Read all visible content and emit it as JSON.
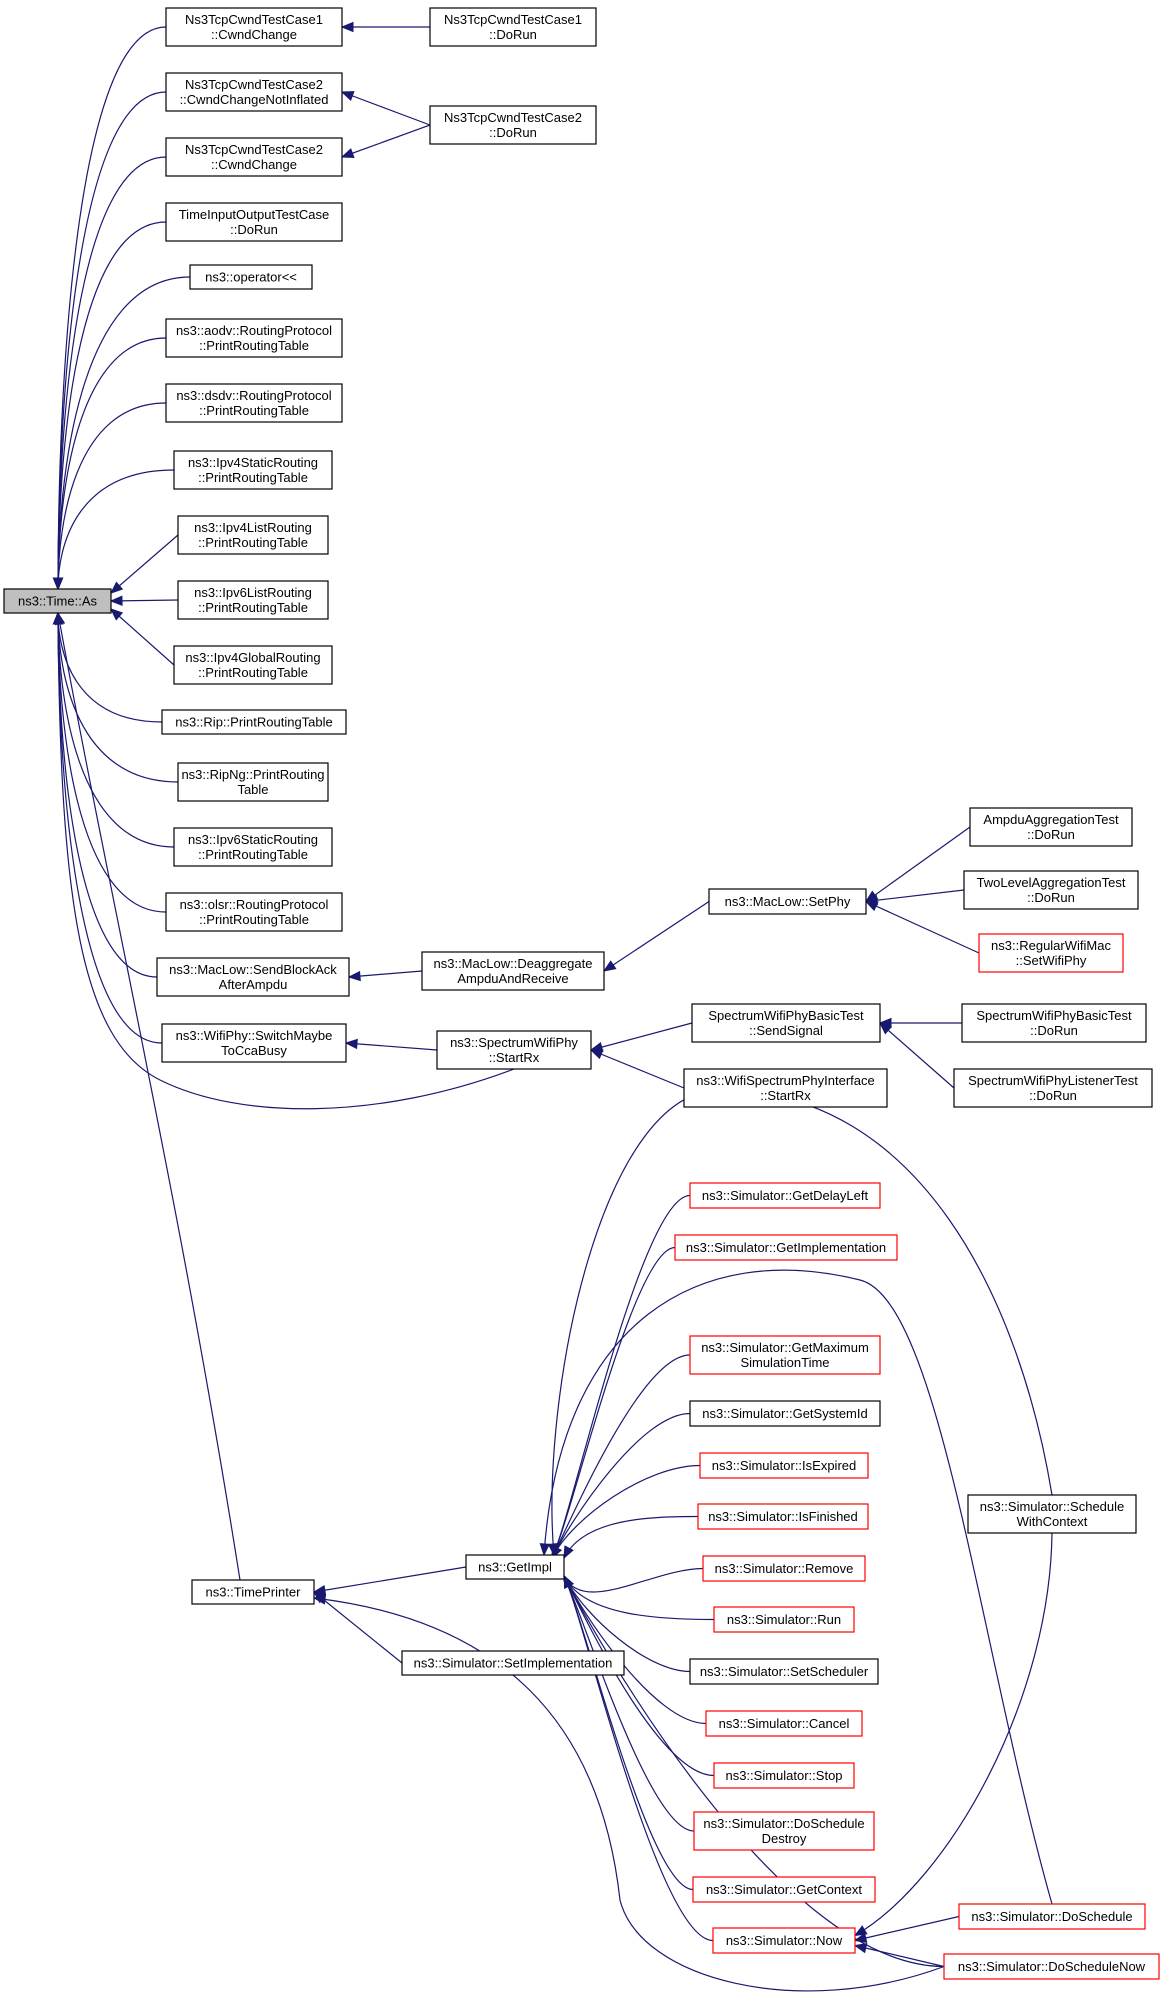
{
  "diagram": {
    "root": "tas",
    "nodes": [
      {
        "id": "tas",
        "lines": [
          "ns3::Time::As"
        ],
        "style": "root"
      },
      {
        "id": "c1cw",
        "lines": [
          "Ns3TcpCwndTestCase1",
          "::CwndChange"
        ],
        "style": "black"
      },
      {
        "id": "c1dr",
        "lines": [
          "Ns3TcpCwndTestCase1",
          "::DoRun"
        ],
        "style": "black"
      },
      {
        "id": "c2cni",
        "lines": [
          "Ns3TcpCwndTestCase2",
          "::CwndChangeNotInflated"
        ],
        "style": "black"
      },
      {
        "id": "c2dr",
        "lines": [
          "Ns3TcpCwndTestCase2",
          "::DoRun"
        ],
        "style": "black"
      },
      {
        "id": "c2cw",
        "lines": [
          "Ns3TcpCwndTestCase2",
          "::CwndChange"
        ],
        "style": "black"
      },
      {
        "id": "tio",
        "lines": [
          "TimeInputOutputTestCase",
          "::DoRun"
        ],
        "style": "black"
      },
      {
        "id": "op",
        "lines": [
          "ns3::operator<<"
        ],
        "style": "black"
      },
      {
        "id": "aodv",
        "lines": [
          "ns3::aodv::RoutingProtocol",
          "::PrintRoutingTable"
        ],
        "style": "black"
      },
      {
        "id": "dsdv",
        "lines": [
          "ns3::dsdv::RoutingProtocol",
          "::PrintRoutingTable"
        ],
        "style": "black"
      },
      {
        "id": "i4s",
        "lines": [
          "ns3::Ipv4StaticRouting",
          "::PrintRoutingTable"
        ],
        "style": "black"
      },
      {
        "id": "i4l",
        "lines": [
          "ns3::Ipv4ListRouting",
          "::PrintRoutingTable"
        ],
        "style": "black"
      },
      {
        "id": "i6l",
        "lines": [
          "ns3::Ipv6ListRouting",
          "::PrintRoutingTable"
        ],
        "style": "black"
      },
      {
        "id": "i4g",
        "lines": [
          "ns3::Ipv4GlobalRouting",
          "::PrintRoutingTable"
        ],
        "style": "black"
      },
      {
        "id": "rip",
        "lines": [
          "ns3::Rip::PrintRoutingTable"
        ],
        "style": "black"
      },
      {
        "id": "ripng",
        "lines": [
          "ns3::RipNg::PrintRouting",
          "Table"
        ],
        "style": "black"
      },
      {
        "id": "i6s",
        "lines": [
          "ns3::Ipv6StaticRouting",
          "::PrintRoutingTable"
        ],
        "style": "black"
      },
      {
        "id": "olsr",
        "lines": [
          "ns3::olsr::RoutingProtocol",
          "::PrintRoutingTable"
        ],
        "style": "black"
      },
      {
        "id": "sba",
        "lines": [
          "ns3::MacLow::SendBlockAck",
          "AfterAmpdu"
        ],
        "style": "black"
      },
      {
        "id": "dar",
        "lines": [
          "ns3::MacLow::Deaggregate",
          "AmpduAndReceive"
        ],
        "style": "black"
      },
      {
        "id": "setphy",
        "lines": [
          "ns3::MacLow::SetPhy"
        ],
        "style": "black"
      },
      {
        "id": "aat",
        "lines": [
          "AmpduAggregationTest",
          "::DoRun"
        ],
        "style": "black"
      },
      {
        "id": "tlat",
        "lines": [
          "TwoLevelAggregationTest",
          "::DoRun"
        ],
        "style": "black"
      },
      {
        "id": "rwm",
        "lines": [
          "ns3::RegularWifiMac",
          "::SetWifiPhy"
        ],
        "style": "red"
      },
      {
        "id": "wpsw",
        "lines": [
          "ns3::WifiPhy::SwitchMaybe",
          "ToCcaBusy"
        ],
        "style": "black"
      },
      {
        "id": "swpsr",
        "lines": [
          "ns3::SpectrumWifiPhy",
          "::StartRx"
        ],
        "style": "black"
      },
      {
        "id": "swpbss",
        "lines": [
          "SpectrumWifiPhyBasicTest",
          "::SendSignal"
        ],
        "style": "black"
      },
      {
        "id": "swpbdr",
        "lines": [
          "SpectrumWifiPhyBasicTest",
          "::DoRun"
        ],
        "style": "black"
      },
      {
        "id": "wspi",
        "lines": [
          "ns3::WifiSpectrumPhyInterface",
          "::StartRx"
        ],
        "style": "black"
      },
      {
        "id": "swplt",
        "lines": [
          "SpectrumWifiPhyListenerTest",
          "::DoRun"
        ],
        "style": "black"
      },
      {
        "id": "tp",
        "lines": [
          "ns3::TimePrinter"
        ],
        "style": "black"
      },
      {
        "id": "gi",
        "lines": [
          "ns3::GetImpl"
        ],
        "style": "black"
      },
      {
        "id": "ssi",
        "lines": [
          "ns3::Simulator::SetImplementation"
        ],
        "style": "black"
      },
      {
        "id": "gdl",
        "lines": [
          "ns3::Simulator::GetDelayLeft"
        ],
        "style": "red"
      },
      {
        "id": "gimpl",
        "lines": [
          "ns3::Simulator::GetImplementation"
        ],
        "style": "red"
      },
      {
        "id": "gmst",
        "lines": [
          "ns3::Simulator::GetMaximum",
          "SimulationTime"
        ],
        "style": "red"
      },
      {
        "id": "gsid",
        "lines": [
          "ns3::Simulator::GetSystemId"
        ],
        "style": "black"
      },
      {
        "id": "isexp",
        "lines": [
          "ns3::Simulator::IsExpired"
        ],
        "style": "red"
      },
      {
        "id": "isfin",
        "lines": [
          "ns3::Simulator::IsFinished"
        ],
        "style": "red"
      },
      {
        "id": "rem",
        "lines": [
          "ns3::Simulator::Remove"
        ],
        "style": "red"
      },
      {
        "id": "run",
        "lines": [
          "ns3::Simulator::Run"
        ],
        "style": "red"
      },
      {
        "id": "ssch",
        "lines": [
          "ns3::Simulator::SetScheduler"
        ],
        "style": "black"
      },
      {
        "id": "canc",
        "lines": [
          "ns3::Simulator::Cancel"
        ],
        "style": "red"
      },
      {
        "id": "stop",
        "lines": [
          "ns3::Simulator::Stop"
        ],
        "style": "red"
      },
      {
        "id": "dsd",
        "lines": [
          "ns3::Simulator::DoSchedule",
          "Destroy"
        ],
        "style": "red"
      },
      {
        "id": "gctx",
        "lines": [
          "ns3::Simulator::GetContext"
        ],
        "style": "red"
      },
      {
        "id": "now",
        "lines": [
          "ns3::Simulator::Now"
        ],
        "style": "red"
      },
      {
        "id": "swc",
        "lines": [
          "ns3::Simulator::Schedule",
          "WithContext"
        ],
        "style": "black"
      },
      {
        "id": "dsch",
        "lines": [
          "ns3::Simulator::DoSchedule"
        ],
        "style": "red"
      },
      {
        "id": "dsnow",
        "lines": [
          "ns3::Simulator::DoScheduleNow"
        ],
        "style": "red"
      }
    ],
    "edges": [
      {
        "from": "c1dr",
        "to": "c1cw"
      },
      {
        "from": "c2dr",
        "to": "c2cni"
      },
      {
        "from": "c2dr",
        "to": "c2cw"
      },
      {
        "from": "c1cw",
        "to": "tas"
      },
      {
        "from": "c2cni",
        "to": "tas"
      },
      {
        "from": "c2cw",
        "to": "tas"
      },
      {
        "from": "tio",
        "to": "tas"
      },
      {
        "from": "op",
        "to": "tas"
      },
      {
        "from": "aodv",
        "to": "tas"
      },
      {
        "from": "dsdv",
        "to": "tas"
      },
      {
        "from": "i4s",
        "to": "tas"
      },
      {
        "from": "i4l",
        "to": "tas"
      },
      {
        "from": "i6l",
        "to": "tas"
      },
      {
        "from": "i4g",
        "to": "tas"
      },
      {
        "from": "rip",
        "to": "tas"
      },
      {
        "from": "ripng",
        "to": "tas"
      },
      {
        "from": "i6s",
        "to": "tas"
      },
      {
        "from": "olsr",
        "to": "tas"
      },
      {
        "from": "sba",
        "to": "tas"
      },
      {
        "from": "wpsw",
        "to": "tas"
      },
      {
        "from": "swpsr",
        "to": "tas"
      },
      {
        "from": "tp",
        "to": "tas"
      },
      {
        "from": "dar",
        "to": "sba"
      },
      {
        "from": "setphy",
        "to": "dar"
      },
      {
        "from": "aat",
        "to": "setphy"
      },
      {
        "from": "tlat",
        "to": "setphy"
      },
      {
        "from": "rwm",
        "to": "setphy"
      },
      {
        "from": "swpsr",
        "to": "wpsw"
      },
      {
        "from": "swpbss",
        "to": "swpsr"
      },
      {
        "from": "wspi",
        "to": "swpsr"
      },
      {
        "from": "swpbdr",
        "to": "swpbss"
      },
      {
        "from": "swplt",
        "to": "swpbss"
      },
      {
        "from": "gi",
        "to": "tp"
      },
      {
        "from": "ssi",
        "to": "tp"
      },
      {
        "from": "dsnow",
        "to": "tp"
      },
      {
        "from": "gdl",
        "to": "gi"
      },
      {
        "from": "gimpl",
        "to": "gi"
      },
      {
        "from": "gmst",
        "to": "gi"
      },
      {
        "from": "gsid",
        "to": "gi"
      },
      {
        "from": "isexp",
        "to": "gi"
      },
      {
        "from": "isfin",
        "to": "gi"
      },
      {
        "from": "rem",
        "to": "gi"
      },
      {
        "from": "run",
        "to": "gi"
      },
      {
        "from": "ssch",
        "to": "gi"
      },
      {
        "from": "canc",
        "to": "gi"
      },
      {
        "from": "stop",
        "to": "gi"
      },
      {
        "from": "dsd",
        "to": "gi"
      },
      {
        "from": "gctx",
        "to": "gi"
      },
      {
        "from": "now",
        "to": "gi"
      },
      {
        "from": "swc",
        "to": "gi"
      },
      {
        "from": "dsch",
        "to": "gi"
      },
      {
        "from": "dsnow",
        "to": "gi"
      },
      {
        "from": "swc",
        "to": "now"
      },
      {
        "from": "dsch",
        "to": "now"
      },
      {
        "from": "dsnow",
        "to": "now"
      }
    ]
  }
}
